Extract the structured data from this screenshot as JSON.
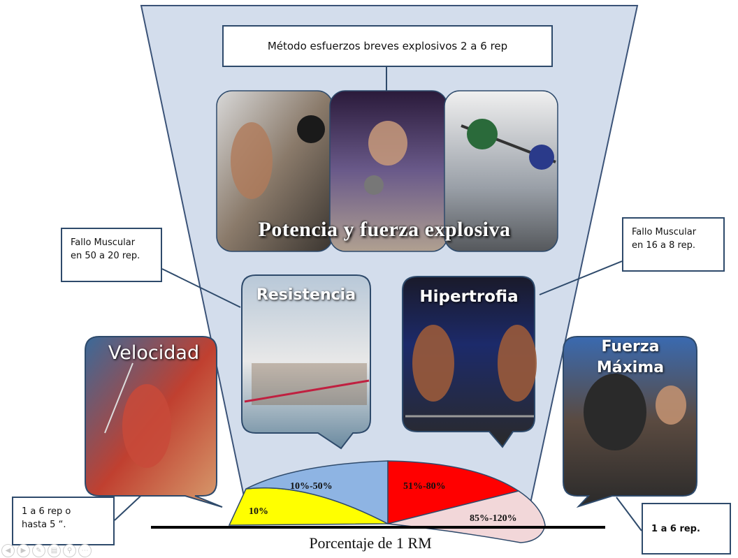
{
  "title_box": "Método esfuerzos breves explosivos 2 a 6 rep",
  "overlay_title": "Potencia y fuerza explosiva",
  "notes": {
    "left": [
      "Fallo Muscular",
      "en 50 a 20 rep."
    ],
    "right": [
      "Fallo Muscular",
      "en 16 a 8 rep."
    ],
    "bottom_left": [
      "1 a  6 rep o",
      "hasta 5 “."
    ],
    "bottom_right": "1 a  6 rep."
  },
  "cards": {
    "resistencia": "Resistencia",
    "hipertrofia": "Hipertrofia",
    "velocidad": "Velocidad",
    "fuerza_maxima": [
      "Fuerza",
      "Máxima"
    ]
  },
  "segments": [
    {
      "label": "10%",
      "color": "#ffff00"
    },
    {
      "label": "10%-50%",
      "color": "#8eb4e3"
    },
    {
      "label": "51%-80%",
      "color": "#ff0000"
    },
    {
      "label": "85%-120%",
      "color": "#f2d7d9"
    }
  ],
  "axis_label": "Porcentaje de 1 RM",
  "colors": {
    "funnel": "#d3ddec",
    "funnel_stroke": "#3b5378",
    "box_border": "#2e4a6b"
  },
  "toolbar_icons": [
    "prev-icon",
    "play-icon",
    "pen-icon",
    "slides-icon",
    "zoom-icon",
    "more-icon"
  ]
}
